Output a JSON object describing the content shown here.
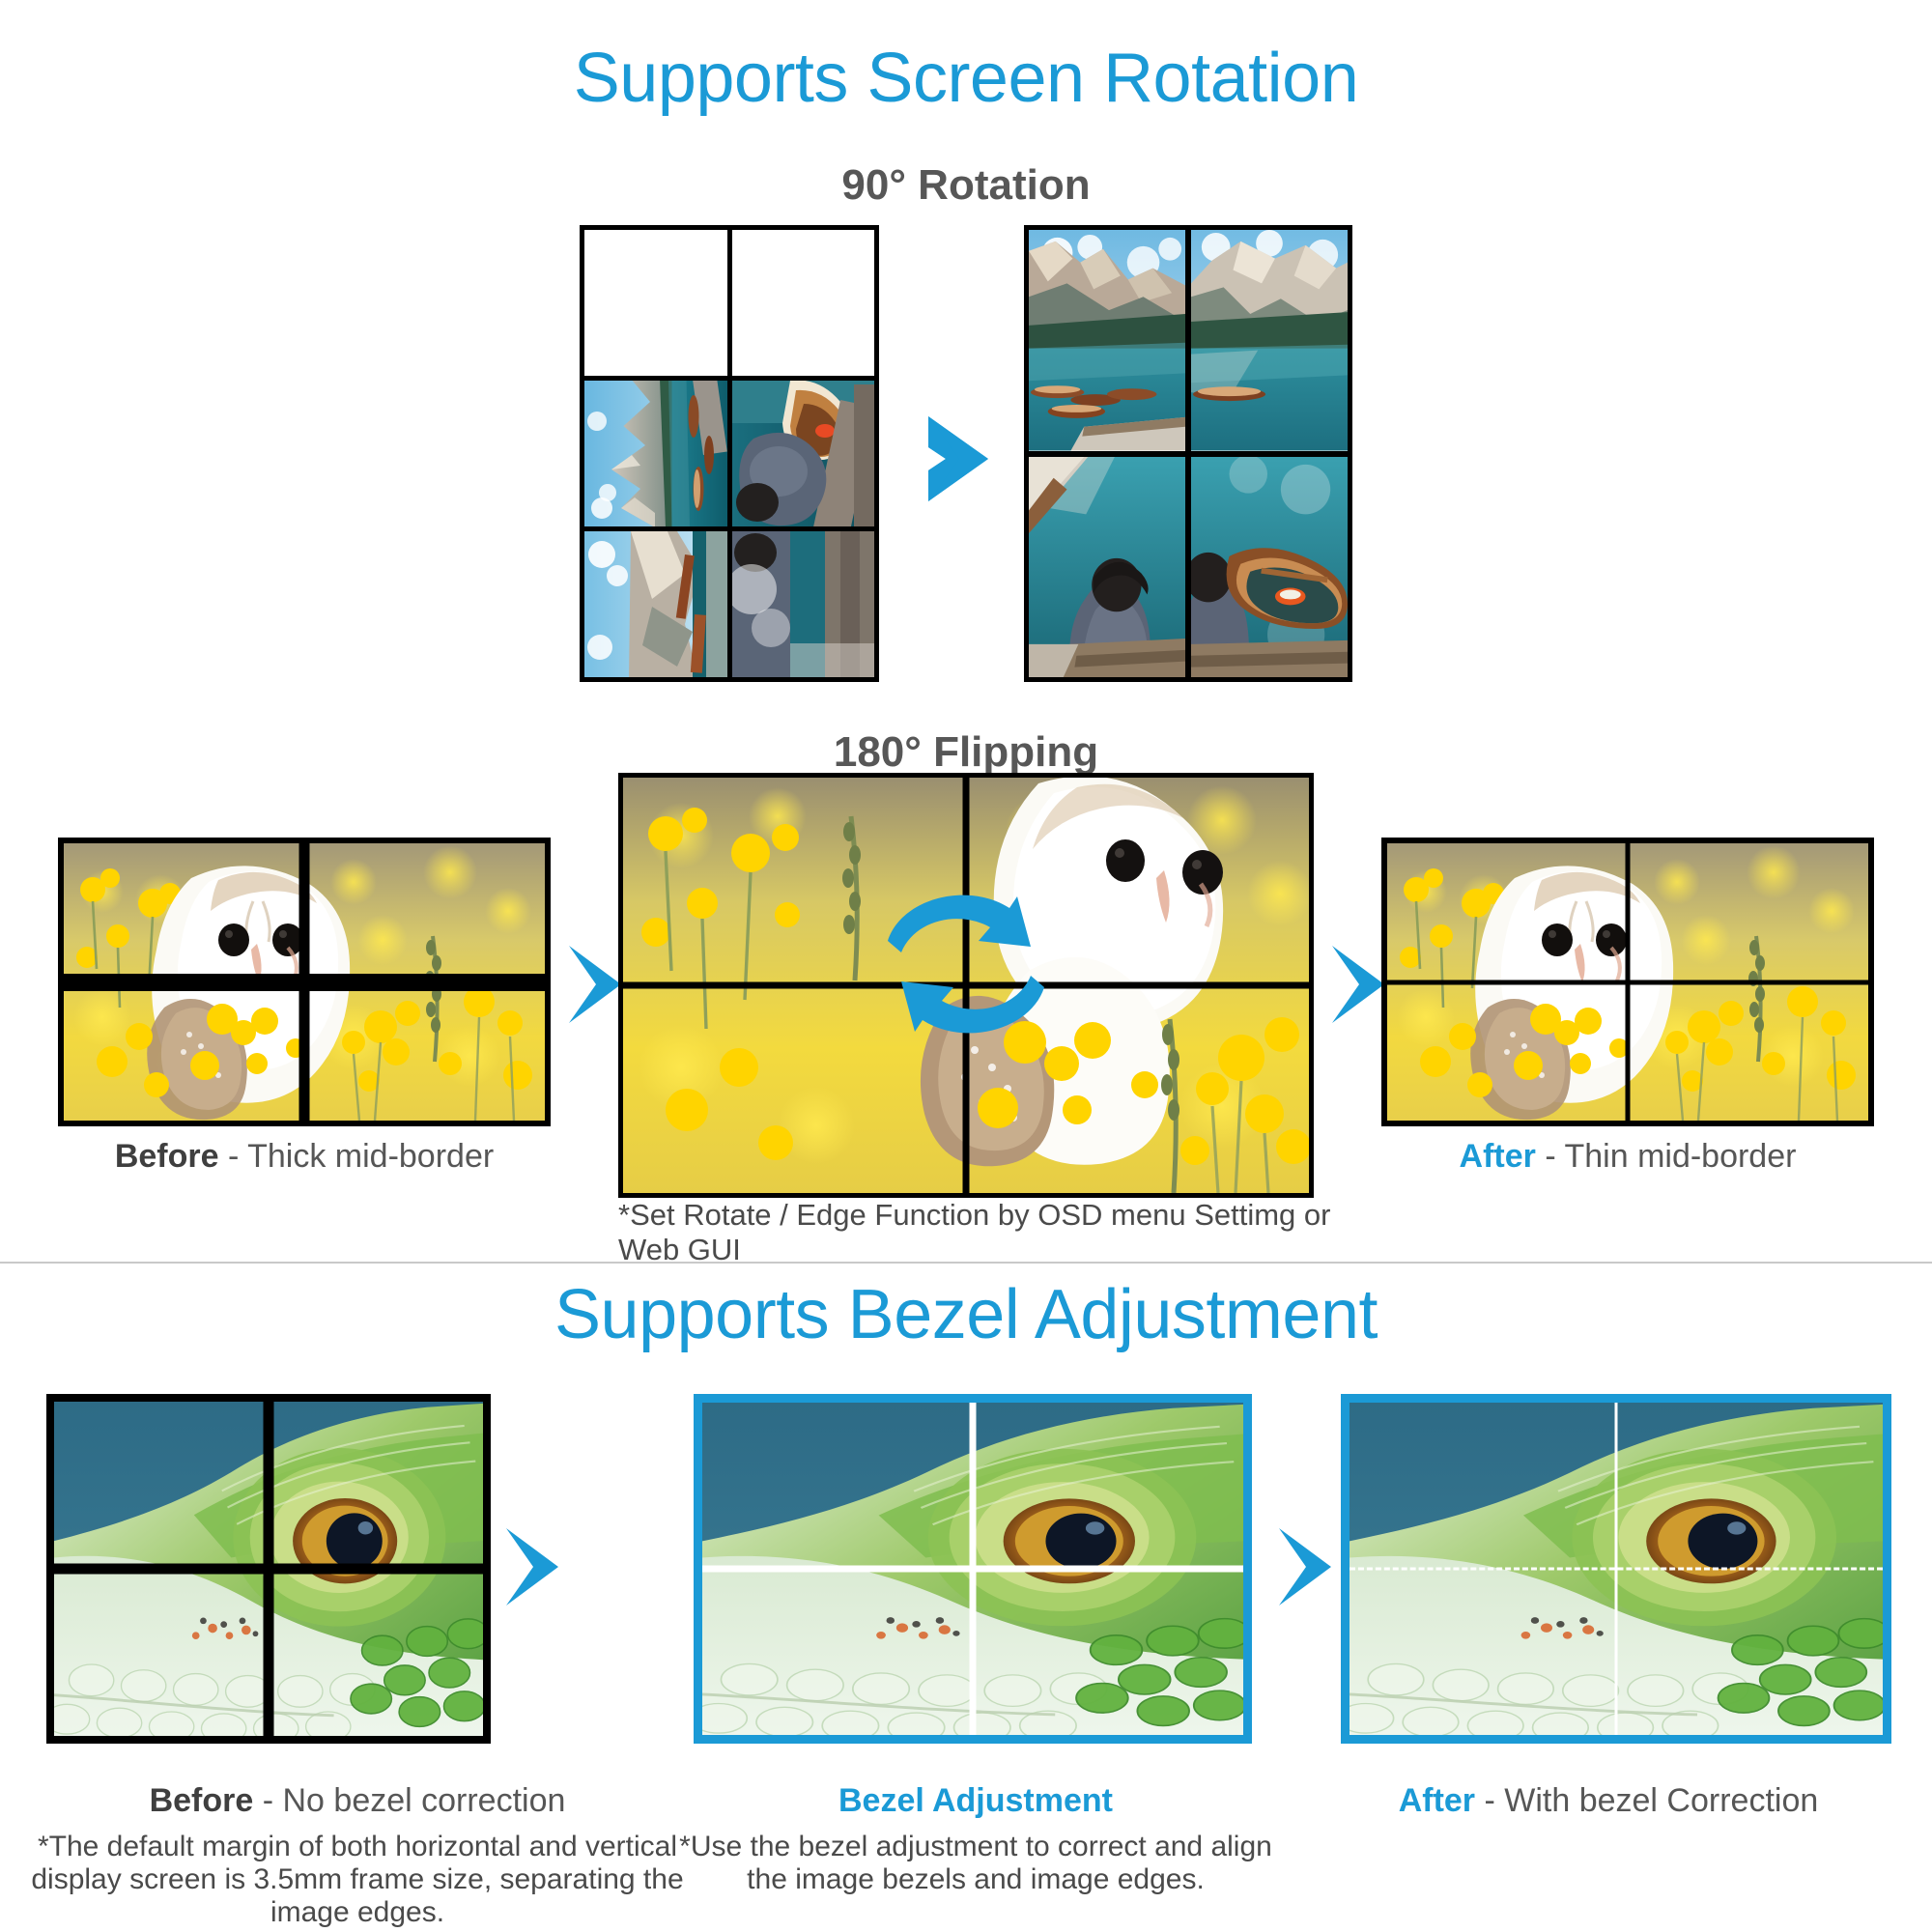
{
  "theme": {
    "accent_blue": "#1b9ad6",
    "heading_gray": "#575757",
    "body_gray": "#565656",
    "bezel_black": "#000000"
  },
  "sections": [
    {
      "id": "rotation",
      "title": "Supports Screen Rotation",
      "subsections": [
        {
          "id": "rot90",
          "heading": "90° Rotation",
          "left_wall": {
            "name": "portrait-wall-unrotated",
            "cols": 2,
            "rows": 3,
            "image": "lago-di-braies-lake-rotated"
          },
          "arrow": "chevron-right",
          "right_wall": {
            "name": "portrait-wall-rotated",
            "cols": 2,
            "rows": 2,
            "image": "lago-di-braies-lake"
          }
        },
        {
          "id": "flip180",
          "heading": "180° Flipping",
          "left_wall": {
            "name": "owl-wall-before",
            "cols": 2,
            "rows": 2,
            "image": "barn-owl-in-buttercups",
            "border": "thick"
          },
          "center_wall": {
            "name": "owl-wall-flipping",
            "cols": 2,
            "rows": 2,
            "image": "barn-owl-in-buttercups",
            "overlay_icon": "rotate-flip-icon"
          },
          "right_wall": {
            "name": "owl-wall-after",
            "cols": 2,
            "rows": 2,
            "image": "barn-owl-in-buttercups",
            "border": "thin"
          },
          "captions": {
            "before_bold": "Before",
            "before_rest": " - Thick mid-border",
            "after_bold": "After",
            "after_rest": " - Thin mid-border"
          },
          "footnote": "*Set Rotate / Edge Function by OSD menu Settimg or Web GUI"
        }
      ]
    },
    {
      "id": "bezel",
      "title": "Supports Bezel Adjustment",
      "panels": [
        {
          "id": "bezel-before",
          "wall": {
            "name": "lizard-wall-before",
            "cols": 2,
            "rows": 2,
            "image": "green-lizard-eye",
            "border": "black-thick"
          },
          "caption_bold": "Before",
          "caption_bold_color": "#3f3f3f",
          "caption_rest": " - No bezel correction",
          "note": "*The default margin of both horizontal and vertical display screen is 3.5mm frame size, separating the image edges."
        },
        {
          "id": "bezel-adjust",
          "wall": {
            "name": "lizard-wall-adjust",
            "cols": 2,
            "rows": 2,
            "image": "green-lizard-eye",
            "border": "blue-outline-white-grid"
          },
          "caption_bold": "Bezel Adjustment",
          "caption_bold_color": "#1b9ad6",
          "caption_rest": "",
          "note": "*Use the bezel adjustment to correct and align the image bezels and image edges."
        },
        {
          "id": "bezel-after",
          "wall": {
            "name": "lizard-wall-after",
            "cols": 2,
            "rows": 2,
            "image": "green-lizard-eye",
            "border": "blue-outline-dashed-grid"
          },
          "caption_bold": "After",
          "caption_bold_color": "#1b9ad6",
          "caption_rest": " - With bezel Correction",
          "note": ""
        }
      ]
    }
  ]
}
